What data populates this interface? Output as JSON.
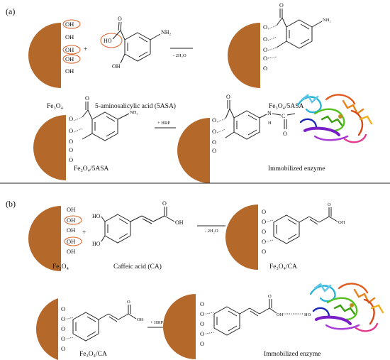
{
  "colors": {
    "particle": "#b4682a",
    "highlight": "#d9632b",
    "divider": "#222222"
  },
  "panel_a": {
    "label": "(a)",
    "oh_groups": [
      "OH",
      "OH",
      "OH",
      "OH",
      "OH"
    ],
    "plus": "+",
    "reagent_oh": "HO",
    "reagent_oh2": "OH",
    "reagent_o": "O",
    "reagent_nh2": "NH₂",
    "cond1": "- 2H₂O",
    "fe3o4": "Fe₃O₄",
    "aminosalicylic": "5-aminosalicylic acid (5ASA)",
    "fe3o4_5asa": "Fe₃O₄/5ASA",
    "cond2": "+ HRP",
    "fe3o4_5asa_2": "Fe₃O₄/5ASA",
    "immobilized": "Immobilized enzyme",
    "amide_n": "N",
    "amide_h": "H",
    "amide_c": "C",
    "amide_o": "O",
    "surface_o": [
      "O",
      "O",
      "O",
      "O",
      "O"
    ],
    "carbonyl_o": "O",
    "nh2_product": "NH₂"
  },
  "panel_b": {
    "label": "(b)",
    "oh_groups": [
      "OH",
      "OH",
      "OH",
      "OH",
      "OH"
    ],
    "plus": "+",
    "reagent_ho_top": "HO",
    "reagent_ho_bottom": "HO",
    "reagent_oh": "OH",
    "reagent_o": "O",
    "cond1": "- 2H₂O",
    "fe3o4": "Fe₃O₄",
    "caffeic": "Caffeic acid (CA)",
    "fe3o4_ca": "Fe₃O₄/CA",
    "cond2": "+ HRP",
    "fe3o4_ca_2": "Fe₃O₄/CA",
    "immobilized": "Immobilized enzyme",
    "surface_o": [
      "O",
      "O",
      "O",
      "O",
      "O"
    ],
    "acid_oh": "OH",
    "acid_o": "O",
    "hbond_ho": "HO"
  }
}
